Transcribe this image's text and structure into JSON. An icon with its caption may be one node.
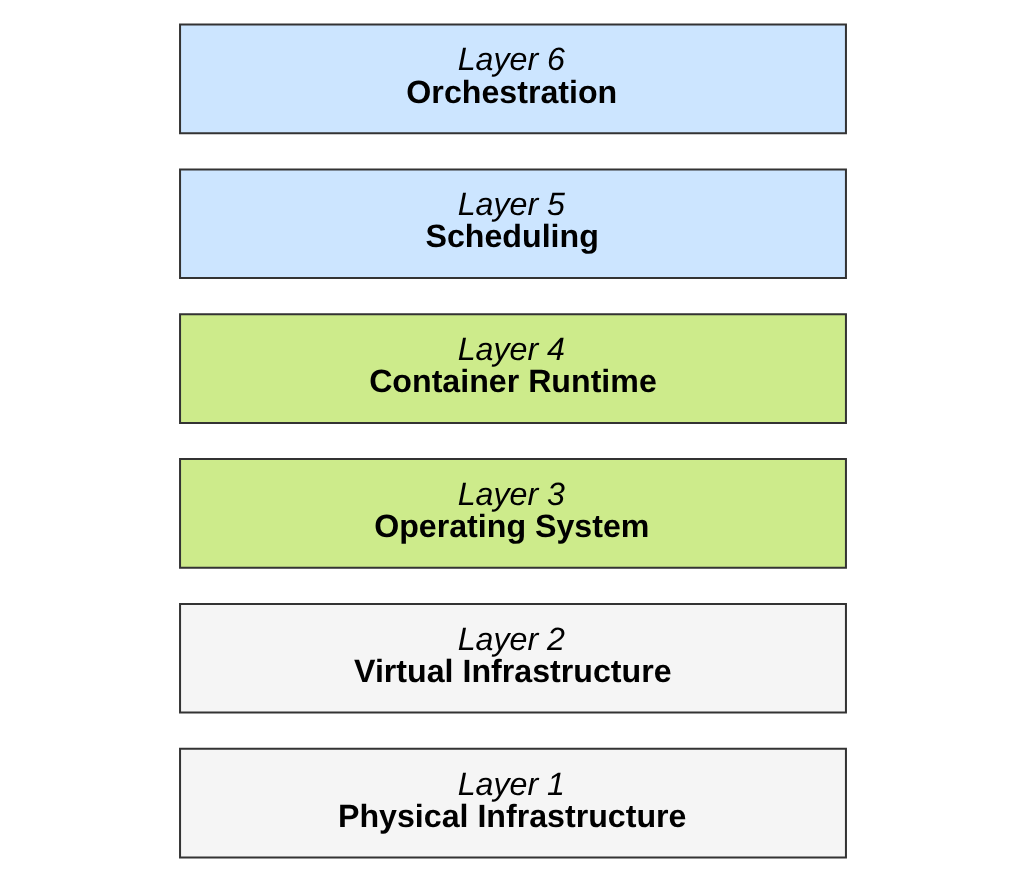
{
  "diagram": {
    "nodes": [
      {
        "text": [
          "Layer 6",
          "Orchestration"
        ]
      },
      {
        "text": [
          "Layer 5",
          "Scheduling"
        ]
      },
      {
        "text": [
          "Layer 4",
          "Container Runtime"
        ]
      },
      {
        "text": [
          "Layer 3",
          "Operating System"
        ]
      },
      {
        "text": [
          "Layer 2",
          "Virtual Infrastructure"
        ]
      },
      {
        "text": [
          "Layer 1",
          "Physical Infrastructure"
        ]
      }
    ]
  }
}
